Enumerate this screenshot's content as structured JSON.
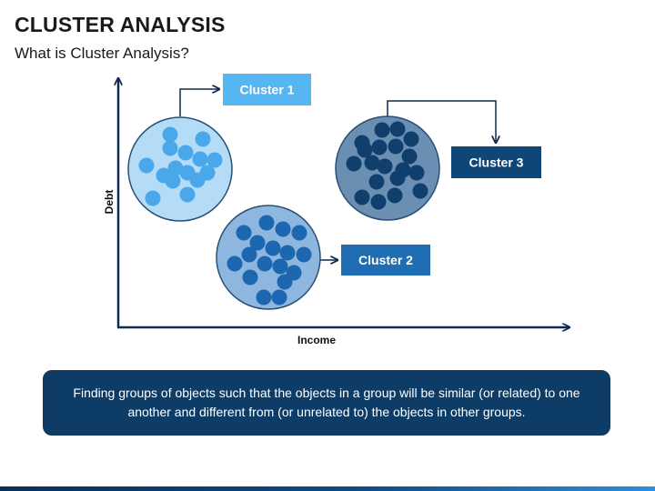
{
  "title": "CLUSTER ANALYSIS",
  "subtitle": "What is Cluster Analysis?",
  "axes": {
    "x_label": "Income",
    "y_label": "Debt"
  },
  "clusters": [
    {
      "label": "Cluster 1",
      "label_bg": "#55b6f2",
      "circle_fill": "#b4dcf7",
      "dot_color": "#4aa8ea"
    },
    {
      "label": "Cluster 2",
      "label_bg": "#1f6db3",
      "circle_fill": "#8db7df",
      "dot_color": "#1c67b0"
    },
    {
      "label": "Cluster 3",
      "label_bg": "#0f4678",
      "circle_fill": "#6b8fb3",
      "dot_color": "#103f6e"
    }
  ],
  "description": "Finding groups of objects such that the objects in a group will be similar (or related) to one another and different from (or unrelated to) the objects in other groups.",
  "colors": {
    "description_bg": "#0d3c66",
    "axis": "#0d2b4f",
    "connector": "#0d2b4f"
  }
}
